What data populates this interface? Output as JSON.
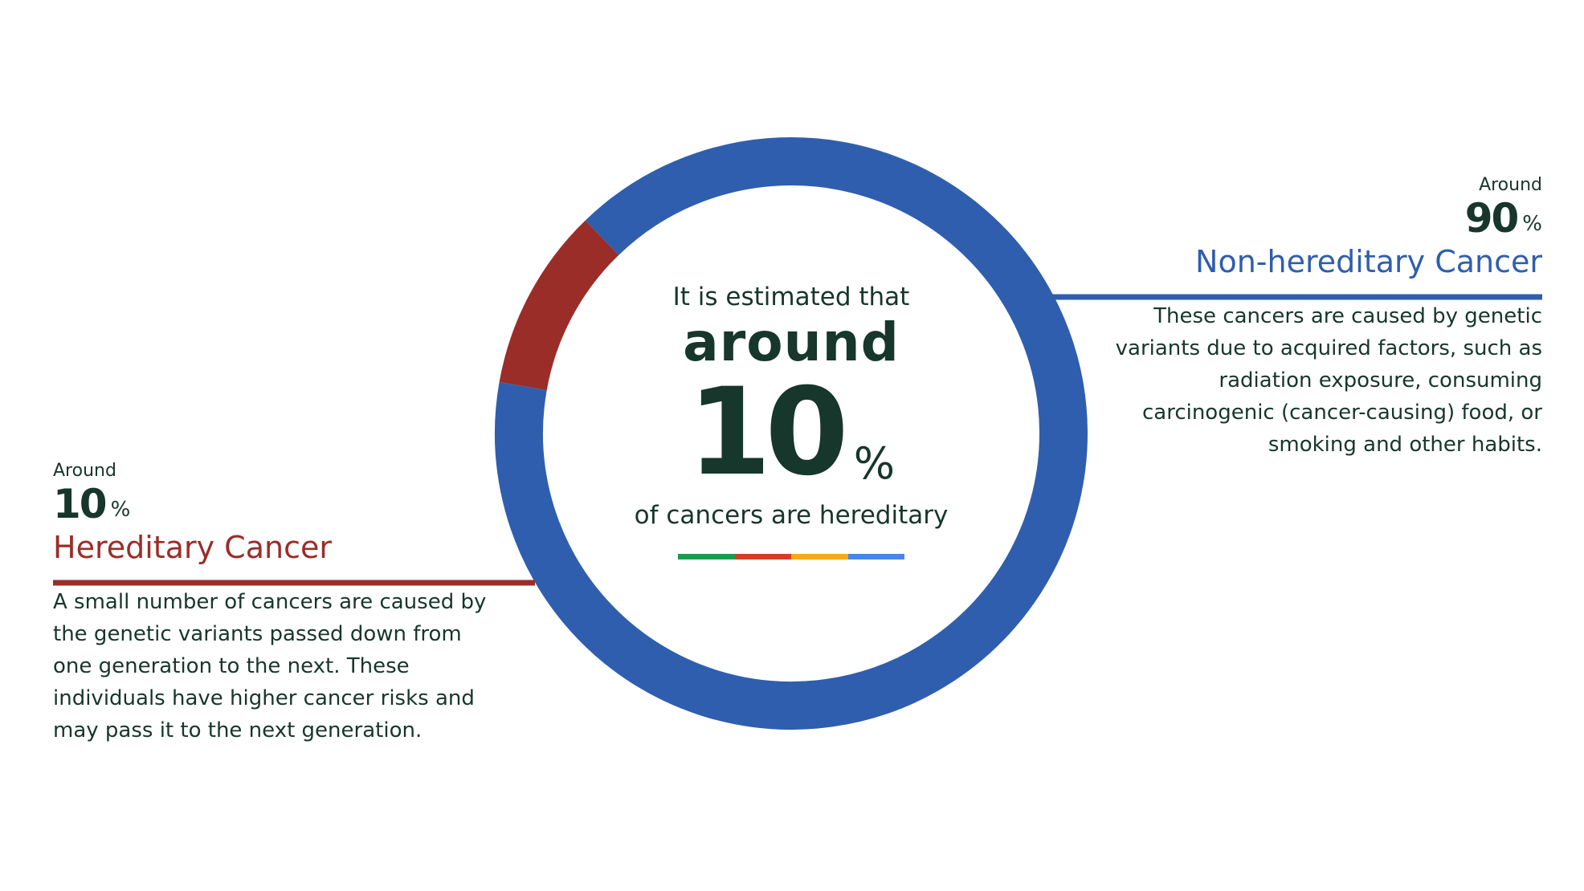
{
  "chart_data": {
    "type": "pie",
    "variant": "donut",
    "slices": [
      {
        "name": "Hereditary Cancer",
        "value": 10,
        "color": "#9b2d29"
      },
      {
        "name": "Non-hereditary Cancer",
        "value": 90,
        "color": "#2f5eae"
      }
    ]
  },
  "center": {
    "intro": "It is estimated that",
    "around": "around",
    "number": "10",
    "percent_sign": "%",
    "outro": "of cancers are hereditary",
    "accent_colors": [
      "#1e9a4e",
      "#d93a2f",
      "#f2ad14",
      "#4a86e8"
    ]
  },
  "labels": {
    "hereditary": {
      "around": "Around",
      "number": "10",
      "percent_sign": "%",
      "title": "Hereditary Cancer",
      "description": "A small number of cancers are caused by the genetic variants passed down from one generation to the next. These individuals have higher cancer risks and may pass it to the next generation."
    },
    "non_hereditary": {
      "around": "Around",
      "number": "90",
      "percent_sign": "%",
      "title": "Non-hereditary Cancer",
      "description": "These cancers are caused by genetic variants due to acquired factors, such as radiation exposure, consuming carcinogenic (cancer-causing) food, or smoking and other habits."
    }
  }
}
